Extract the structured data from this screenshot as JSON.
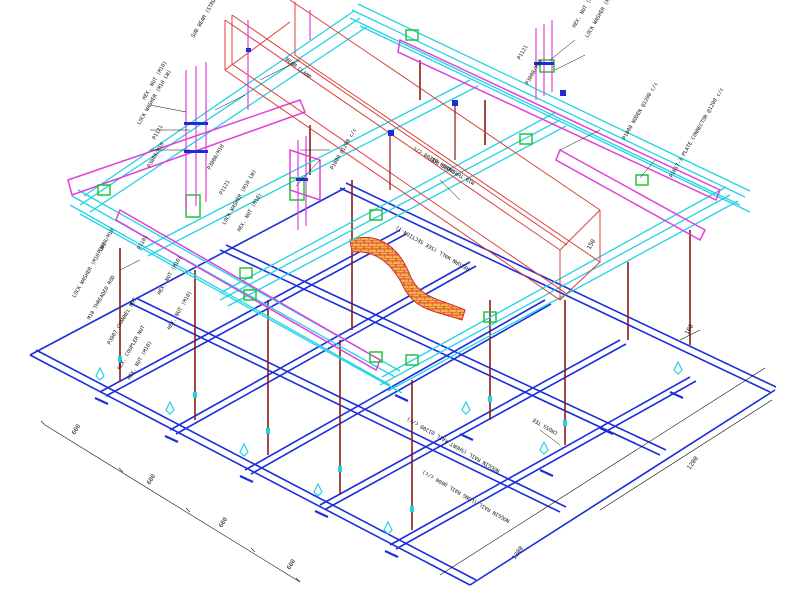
{
  "drawing": {
    "labels": {
      "sub_beam": "SUB BEAM (STRUCTURAL STEEL)",
      "beam_clamp": "BEAM CLAMP",
      "hex_nut_left_top": "HEX. NUT (M10)",
      "lock_washer_left_top": "LOCK WASHER (M10 LW)",
      "p1121_left": "P1121",
      "p3008_left": "P3008/M10",
      "p3008_mid": "P3008/M10",
      "p1121_mid": "P1121",
      "lock_washer_mid": "LOCK WASHER (M10 LW)",
      "hex_nut_mid": "HEX. NUT (M10)",
      "p1000_mid": "P1000 @1200 c/c",
      "p1000_center": "P1000 @1200 c/c",
      "rod_center": "M10 THREADED ROD",
      "p1121_right": "P1121",
      "p3008_right": "P3008/M10",
      "hex_nut_right": "HEX. NUT (M10)",
      "lock_washer_right": "LOCK WASHER (M10 LW)",
      "p1000_right": "P1000 NODEN @1200 c/c",
      "p1617_right": "P1617-3 PLATE CONNECTOR @1200 c/c",
      "return_wall": "RETURN WALL (SEE SECTION-1)",
      "p3008_left_low": "P3008/M10",
      "p1101_left_low": "P1101",
      "lock_washer_low": "LOCK WASHER (M10 LW)",
      "hex_nut_low_a": "HEX. NUT (M10)",
      "threaded_rod_low": "M10 THREADED ROD",
      "channel_nut": "P3007 CHANNEL NUT",
      "hex_nut_low_b": "HEX. NUT (M10)",
      "coupler_nut": "HEX. COUPLER NUT",
      "hex_nut_low_c": "HEX. NUT (M10)",
      "cross_tee": "CROSS TEE",
      "noggin_short": "NOGGIN RAIL (SHORT RAIL @1200 c/c)",
      "noggin_long": "NOGGIN RAIL (LONG RAIL @600 c/c)"
    },
    "dimensions": {
      "d600_a": "600",
      "d600_b": "600",
      "d600_c": "600",
      "d600_d": "600",
      "d1200_right": "1200",
      "d1200_bottom": "1200",
      "d100_right": "100",
      "d150_beam": "150"
    },
    "colors": {
      "channel": "#22d3e6",
      "ceiling_grid": "#1a2fd8",
      "beam": "#e0403a",
      "rod": "#8a1c18",
      "magenta": "#e040d8",
      "green": "#22c43a",
      "sand": "#f2a640",
      "text": "#111111"
    }
  }
}
